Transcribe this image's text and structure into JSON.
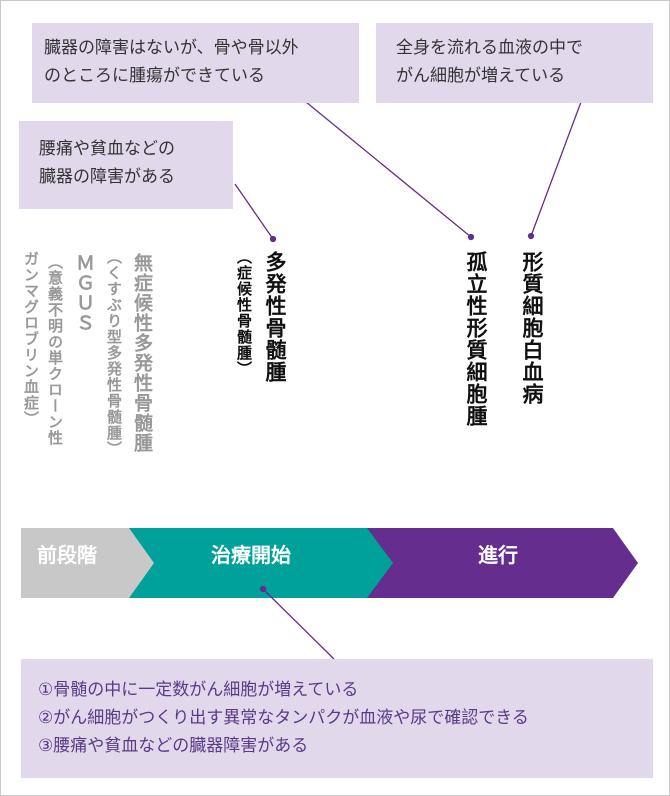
{
  "callouts": {
    "top_left": [
      "臓器の障害はないが、骨や骨以外",
      "のところに腫瘍ができている"
    ],
    "top_right": [
      "全身を流れる血液の中で",
      "がん細胞が増えている"
    ],
    "middle_left": [
      "腰痛や貧血などの",
      "臓器の障害がある"
    ]
  },
  "diseases": {
    "myeloma": "多発性骨髄腫",
    "myeloma_sub": "（症候性骨髄腫）",
    "plasmacytoma": "孤立性形質細胞腫",
    "leukemia": "形質細胞白血病",
    "smoldering": "無症候性多発性骨髄腫",
    "smoldering_sub": "（くすぶり型多発性骨髄腫）",
    "mgus": "ＭＧＵＳ",
    "mgus_sub1": "（意義不明の単クローン性",
    "mgus_sub2": "ガンマグロブリン血症）"
  },
  "stages": [
    "前段階",
    "治療開始",
    "進行"
  ],
  "criteria": [
    "①骨髄の中に一定数がん細胞が増えている",
    "②がん細胞がつくり出す異常なタンパクが血液や尿で確認できる",
    "③腰痛や貧血などの臓器障害がある"
  ],
  "colors": {
    "pre": "#c8c8c8",
    "treat": "#00a19a",
    "advance": "#652d8e",
    "box": "#e2d8eb",
    "line": "#652d8e"
  }
}
